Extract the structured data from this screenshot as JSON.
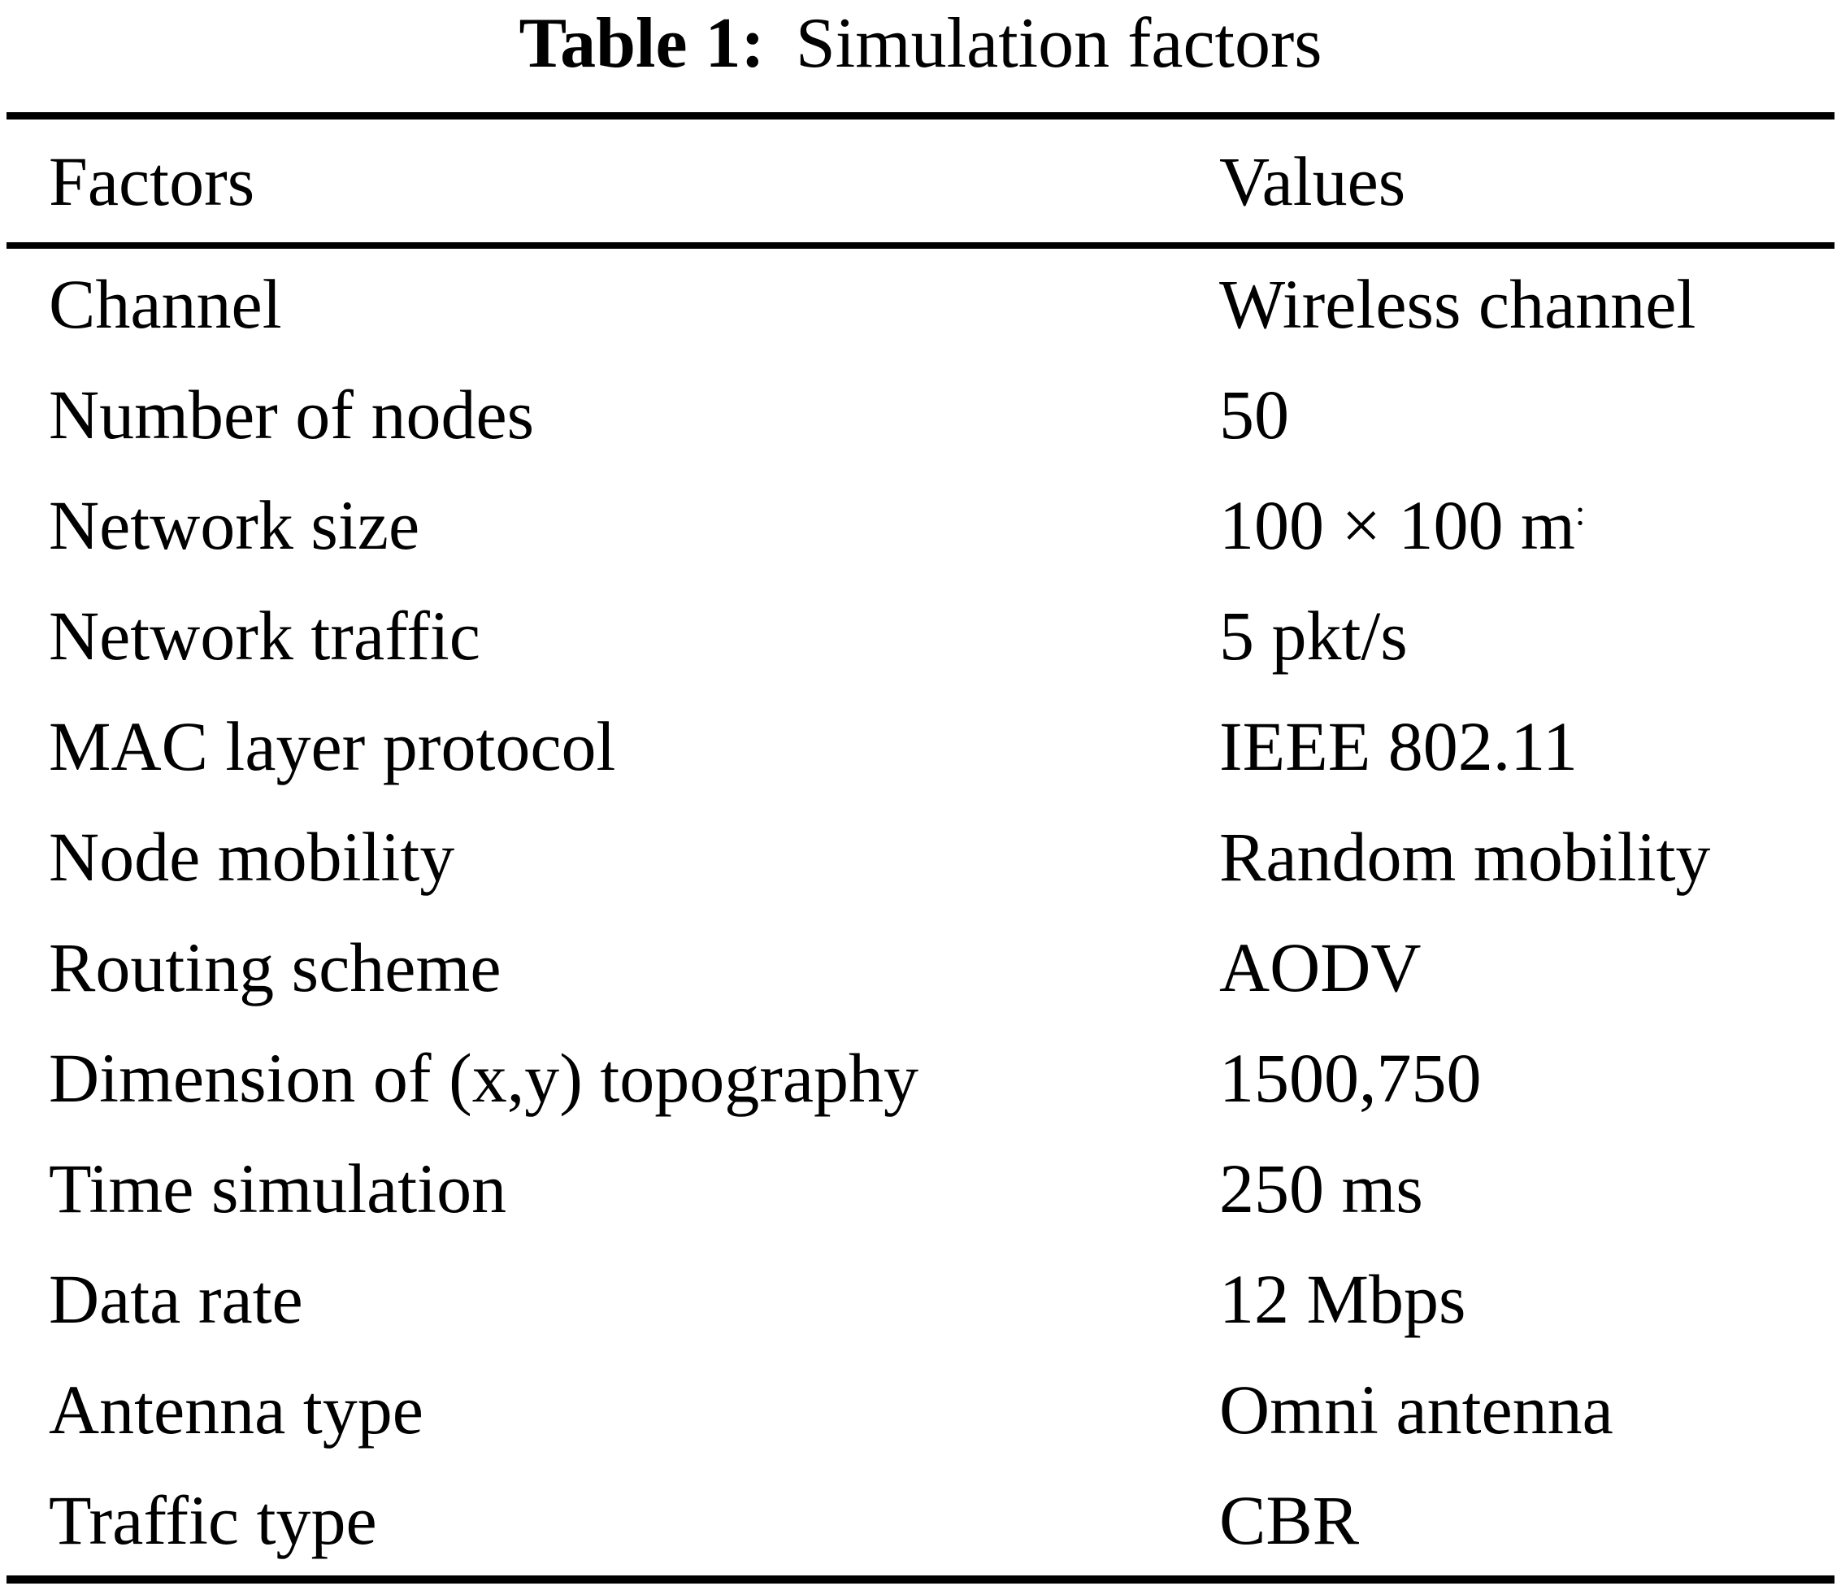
{
  "colors": {
    "background": "#ffffff",
    "text": "#000000",
    "rule": "#000000"
  },
  "table": {
    "caption_label": "Table 1:",
    "caption_title": "Simulation factors",
    "columns": [
      "Factors",
      "Values"
    ],
    "rows": [
      {
        "factor": "Channel",
        "value": "Wireless channel"
      },
      {
        "factor": "Number of nodes",
        "value": "50"
      },
      {
        "factor": "Network size",
        "value": "100 × 100 m",
        "value_sup": ":"
      },
      {
        "factor": "Network traffic",
        "value": "5 pkt/s"
      },
      {
        "factor": "MAC layer protocol",
        "value": "IEEE 802.11"
      },
      {
        "factor": "Node mobility",
        "value": "Random mobility"
      },
      {
        "factor": "Routing scheme",
        "value": "AODV"
      },
      {
        "factor": "Dimension of (x,y) topography",
        "value": "1500,750"
      },
      {
        "factor": "Time simulation",
        "value": "250 ms"
      },
      {
        "factor": "Data rate",
        "value": "12 Mbps"
      },
      {
        "factor": "Antenna type",
        "value": "Omni antenna"
      },
      {
        "factor": "Traffic type",
        "value": "CBR"
      }
    ]
  }
}
